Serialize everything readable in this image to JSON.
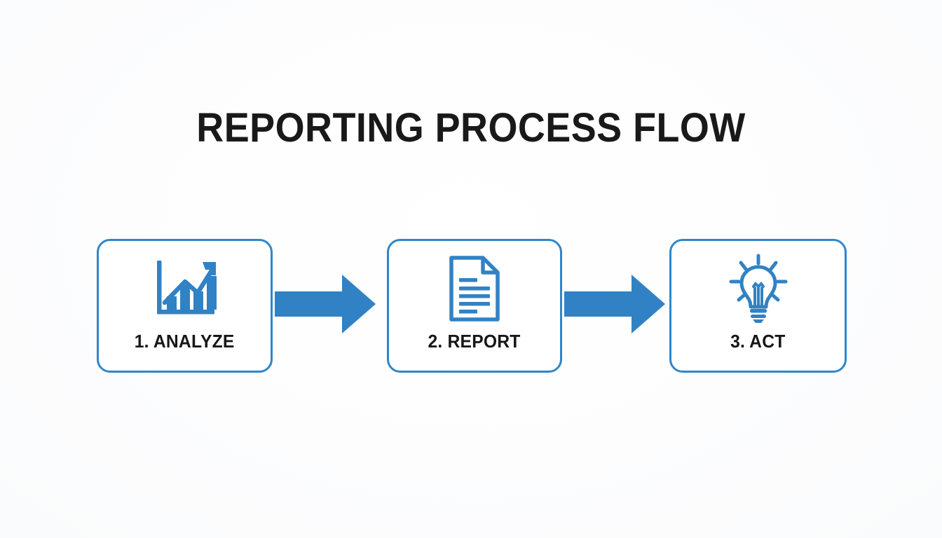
{
  "page": {
    "title": "REPORTING PROCESS FLOW",
    "background_color": "#fdfdfe",
    "accent_color": "#2f86cb",
    "text_color": "#171717"
  },
  "flow": {
    "steps": [
      {
        "label": "1. ANALYZE",
        "icon": "bar-chart-growth-icon",
        "number": "1",
        "name": "analyze"
      },
      {
        "label": "2. REPORT",
        "icon": "document-page-icon",
        "number": "2",
        "name": "report"
      },
      {
        "label": "3. ACT",
        "icon": "lightbulb-idea-icon",
        "number": "3",
        "name": "act"
      }
    ],
    "connectors": [
      {
        "name": "arrow-analyze-to-report",
        "icon": "right-arrow-icon"
      },
      {
        "name": "arrow-report-to-act",
        "icon": "right-arrow-icon"
      }
    ]
  }
}
